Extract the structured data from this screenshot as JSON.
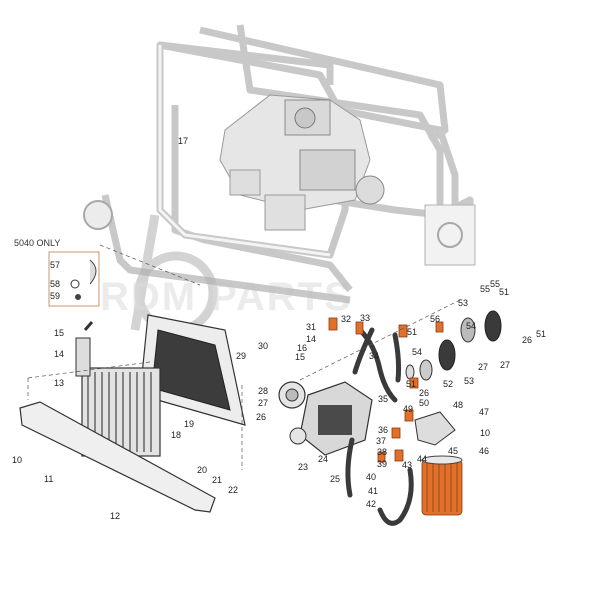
{
  "diagram": {
    "annotation_5040_only": "5040 ONLY",
    "watermark": "RDM PARTS",
    "callouts": [
      "10",
      "10",
      "11",
      "12",
      "13",
      "14",
      "14",
      "15",
      "15",
      "16",
      "17",
      "18",
      "19",
      "20",
      "21",
      "22",
      "23",
      "24",
      "25",
      "26",
      "26",
      "26",
      "27",
      "27",
      "27",
      "28",
      "29",
      "30",
      "31",
      "32",
      "33",
      "34",
      "35",
      "36",
      "37",
      "38",
      "39",
      "40",
      "41",
      "42",
      "43",
      "44",
      "45",
      "46",
      "47",
      "48",
      "49",
      "50",
      "51",
      "51",
      "51",
      "51",
      "52",
      "53",
      "53",
      "54",
      "54",
      "55",
      "55",
      "56",
      "57",
      "58",
      "59"
    ],
    "colors": {
      "callout_text": "#222222",
      "leader": "#d48a5a",
      "accent": "#e0702a",
      "frame": "#c8c8c8",
      "watermark": "#bdbdbd"
    }
  }
}
